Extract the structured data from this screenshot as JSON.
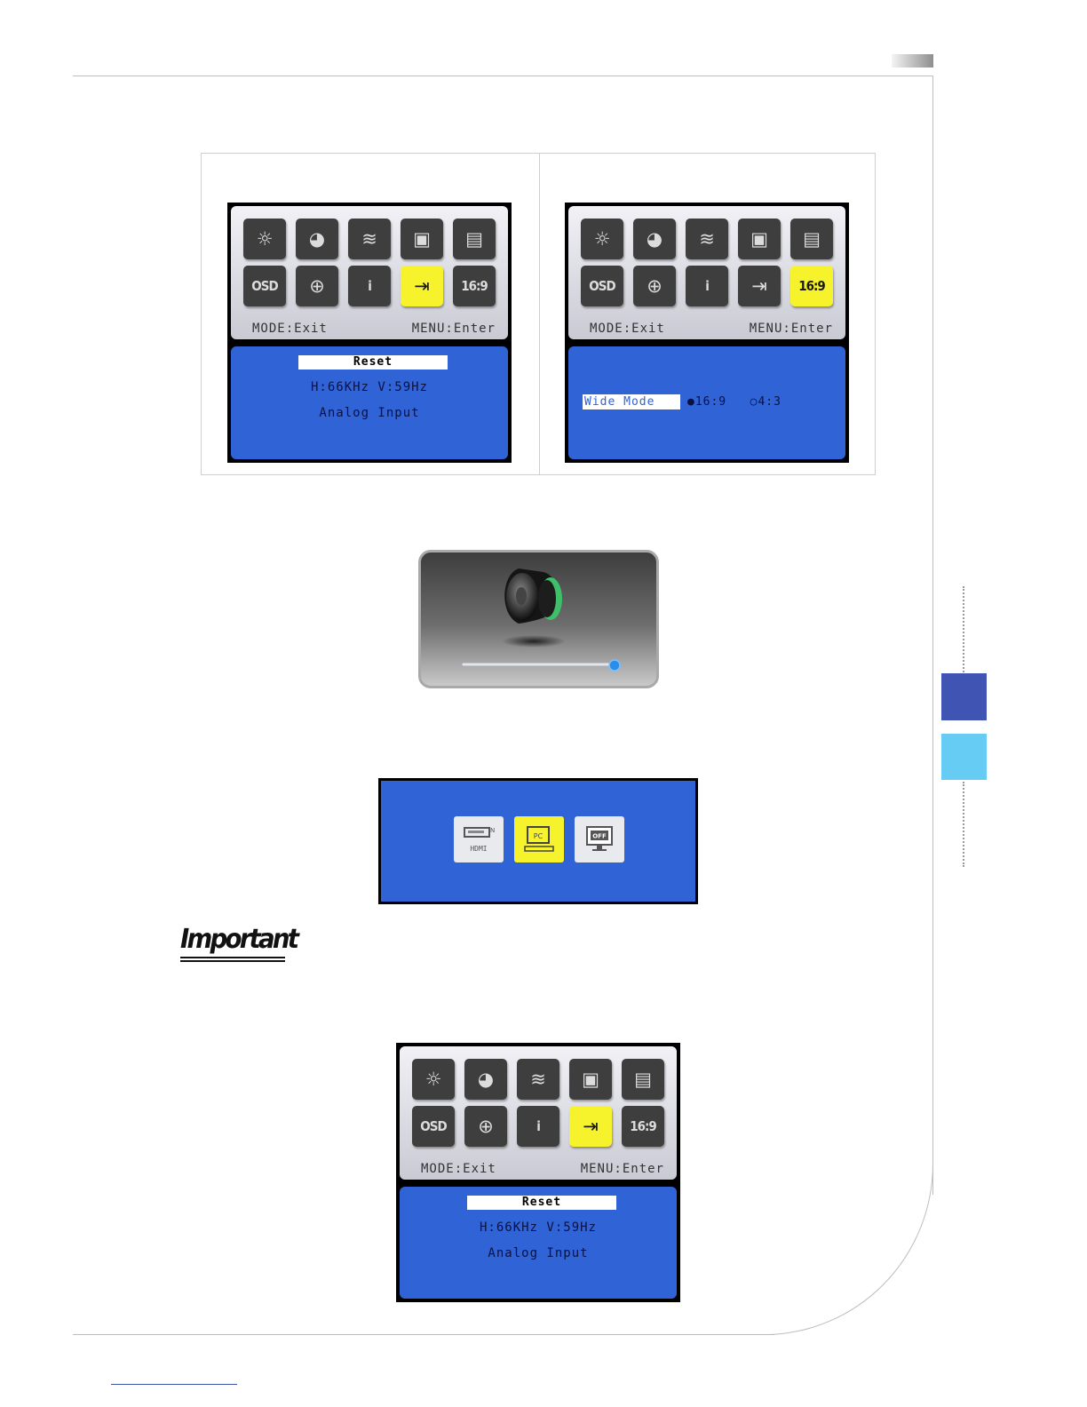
{
  "osd_menus": [
    {
      "hint_left": "MODE:Exit",
      "hint_right": "MENU:Enter",
      "highlight_label": "Reset",
      "info_line1": "H:66KHz V:59Hz",
      "info_line2": "Analog Input",
      "active_icon": "input-reset-icon"
    },
    {
      "hint_left": "MODE:Exit",
      "hint_right": "MENU:Enter",
      "highlight_label": "Wide Mode",
      "option_selected": "●16:9",
      "option_other": "○4:3",
      "active_icon": "aspect-ratio-icon"
    },
    {
      "hint_left": "MODE:Exit",
      "hint_right": "MENU:Enter",
      "highlight_label": "Reset",
      "info_line1": "H:66KHz V:59Hz",
      "info_line2": "Analog Input",
      "active_icon": "input-reset-icon"
    }
  ],
  "osd_icons": {
    "osd_label": "OSD",
    "aspect_label": "16:9",
    "info_glyph": "i"
  },
  "input_sources": {
    "hdmi_label": "HDMI",
    "pc_label": "PC",
    "off_label": "OFF",
    "selected": "PC"
  },
  "volume": {
    "level": 1.0
  },
  "important_heading": "Important",
  "colors": {
    "osd_blue": "#2f63d6",
    "highlight_yellow": "#f6f32d",
    "side_tab_dark": "#4055b3",
    "side_tab_light": "#66ccf3"
  }
}
